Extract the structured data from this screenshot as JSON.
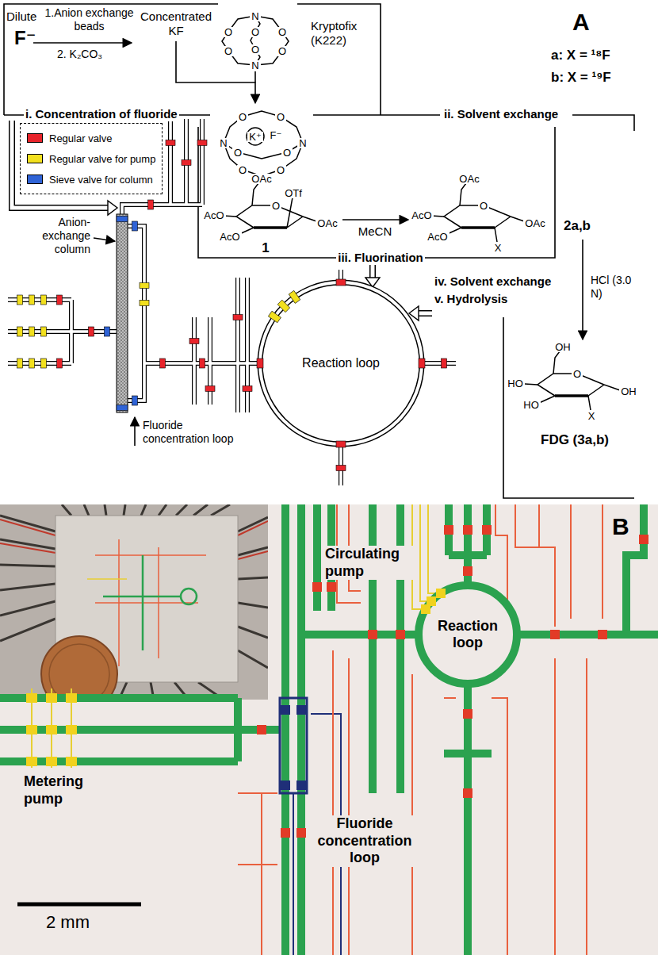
{
  "diagram": {
    "nodes": [
      {
        "text": [
          "Reaction loop"
        ]
      },
      {
        "text": [
          "Reaction loop"
        ]
      }
    ],
    "labels": [
      "Dilute",
      "F⁻",
      "1.Anion exchange beads",
      "2. K₂CO₃",
      "Concentrated KF",
      "Kryptofix (K222)",
      "A",
      "a: X = ¹⁸F",
      "b: X = ¹⁹F",
      "i. Concentration of fluoride",
      "ii. Solvent exchange",
      "Anion-exchange column",
      "1",
      "MeCN",
      "iii. Fluorination",
      "2a,b",
      "iv. Solvent exchange",
      "v. Hydrolysis",
      "HCl (3.0 N)",
      "FDG (3a,b)",
      "Fluoride concentration loop",
      "N",
      "N",
      "O",
      "O",
      "O",
      "O",
      "O",
      "O",
      "N",
      "N",
      "O",
      "O",
      "O",
      "O",
      "O",
      "O",
      "K⁺",
      "F⁻",
      "OAc",
      "O",
      "OTf",
      "AcO",
      "AcO",
      "OAc",
      "OAc",
      "O",
      "AcO",
      "AcO",
      "OAc",
      "X",
      "OH",
      "O",
      "HO",
      "HO",
      "OH",
      "X",
      "B",
      "Circulating pump",
      "Metering pump",
      "Fluoride concentration loop",
      "2 mm"
    ],
    "legend": [
      {
        "text": "Regular valve",
        "color": "#e8242b"
      },
      {
        "text": "Regular valve for pump",
        "color": "#f2e01e"
      },
      {
        "text": "Sieve valve for column",
        "color": "#2f63d6"
      }
    ]
  }
}
